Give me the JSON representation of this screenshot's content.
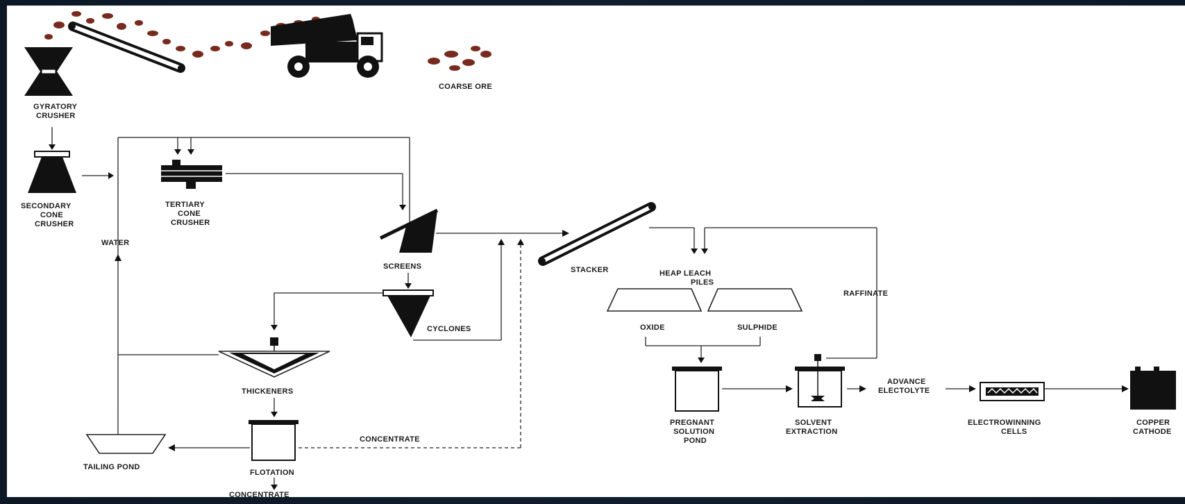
{
  "labels": {
    "gyratory_crusher": [
      "GYRATORY",
      "CRUSHER"
    ],
    "coarse_ore": "COARSE ORE",
    "secondary_cone_crusher": [
      "SECONDARY",
      "CONE",
      "CRUSHER"
    ],
    "tertiary_cone_crusher": [
      "TERTIARY",
      "CONE",
      "CRUSHER"
    ],
    "water": "WATER",
    "screens": "SCREENS",
    "cyclones": "CYCLONES",
    "thickeners": "THICKENERS",
    "tailing_pond": "TAILING POND",
    "flotation": "FLOTATION",
    "concentrate_flow": "CONCENTRATE",
    "concentrate_out": "CONCENTRATE",
    "stacker": "STACKER",
    "heap_leach_piles": [
      "HEAP LEACH",
      "PILES"
    ],
    "oxide": "OXIDE",
    "sulphide": "SULPHIDE",
    "raffinate": "RAFFINATE",
    "pregnant_solution_pond": [
      "PREGNANT",
      "SOLUTION",
      "POND"
    ],
    "solvent_extraction": [
      "SOLVENT",
      "EXTRACTION"
    ],
    "advance_electolyte": [
      "ADVANCE",
      "ELECTOLYTE"
    ],
    "electrowinning_cells": [
      "ELECTROWINNING",
      "CELLS"
    ],
    "copper_cathode": [
      "COPPER",
      "CATHODE"
    ]
  },
  "colors": {
    "frame": "#0c1826",
    "background": "#ffffff",
    "ore": "#7a2a1c",
    "ink": "#111111"
  }
}
